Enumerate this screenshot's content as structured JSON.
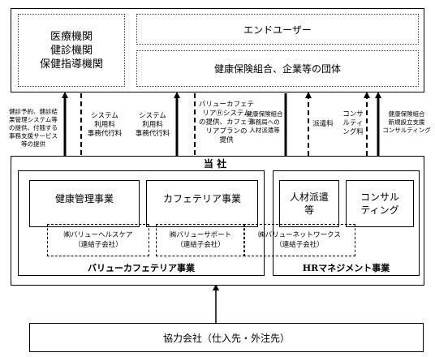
{
  "customers": {
    "medical_box": [
      "医療機関",
      "健診機関",
      "保健指導機関"
    ],
    "end_user": "エンドユーザー",
    "health_insurance": "健康保険組合、企業等の団体"
  },
  "flows": {
    "f1": "健診予約、健診結\n果管理システム等\nの提供、付随する\n事務支援サービス\n等の提供",
    "f2": "システム\n利用料\n事務代行料",
    "f3": "システム\n利用料\n事務代行料",
    "f4": "バリューカフェテ\nリアⓇシステム\nの提供、カフェテ\nリアプランの\n提供",
    "f5": "健康保険組合\n事務局への\n人材派遣等",
    "f6": "派遣料",
    "f7": "コンサ\nルティ\nング料",
    "f8": "健康保険組合\n新規設立支援\nコンサルティング"
  },
  "company": {
    "title": "当 社",
    "health_mgmt": "健康管理事業",
    "cafeteria": "カフェテリア事業",
    "staffing": "人材派遣\n等",
    "consulting": "コンサル\nティング",
    "sub1": "㈱バリューヘルスケア\n（連結子会社）",
    "sub2": "㈱バリューサポート\n（連結子会社）",
    "sub3": "㈱バリューネットワークス\n（連結子会社）",
    "segment1": "バリューカフェテリア事業",
    "segment2": "HRマネジメント事業"
  },
  "partner": "協力会社（仕入先・外注先）"
}
